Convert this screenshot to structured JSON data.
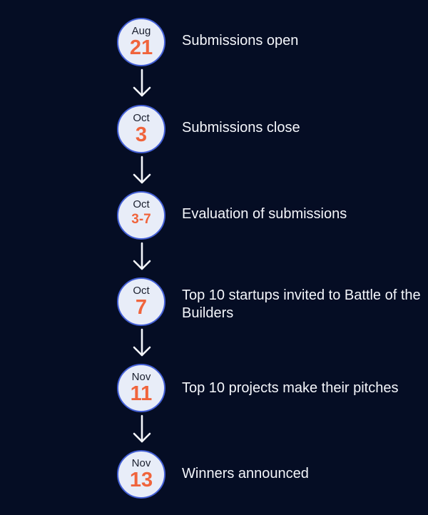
{
  "colors": {
    "background": "#050d24",
    "badge_fill": "#e8edf8",
    "badge_border": "#4460d6",
    "day_text": "#f0643c",
    "label_text": "#f4f6fb",
    "arrow": "#f4f6fb"
  },
  "steps": [
    {
      "month": "Aug",
      "day": "21",
      "label": "Submissions open"
    },
    {
      "month": "Oct",
      "day": "3",
      "label": "Submissions close"
    },
    {
      "month": "Oct",
      "day": "3-7",
      "label": "Evaluation of submissions"
    },
    {
      "month": "Oct",
      "day": "7",
      "label": "Top 10 startups invited to Battle of the Builders"
    },
    {
      "month": "Nov",
      "day": "11",
      "label": "Top 10 projects make their pitches"
    },
    {
      "month": "Nov",
      "day": "13",
      "label": "Winners announced"
    }
  ],
  "connector_icon": "arrow-down-icon"
}
